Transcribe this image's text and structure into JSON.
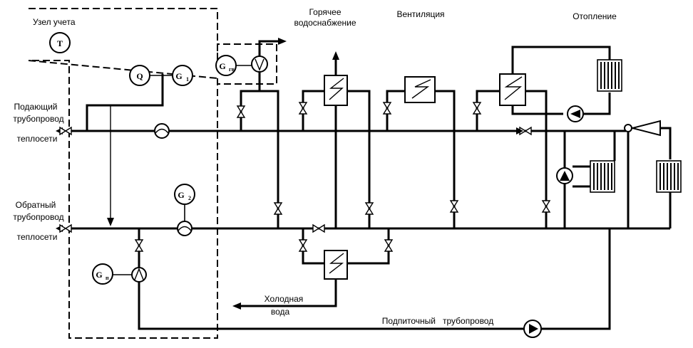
{
  "labels": {
    "metering_unit": "Узел учета",
    "hot_water_1": "Горячее",
    "hot_water_2": "водоснабжение",
    "ventilation": "Вентиляция",
    "heating": "Отопление",
    "supply_1": "Подающий",
    "supply_2": "трубопровод",
    "supply_3": "теплосети",
    "return_1": "Обратный",
    "return_2": "трубопровод",
    "return_3": "теплосети",
    "cold_water_1": "Холодная",
    "cold_water_2": "вода",
    "makeup_pipe": "Подпиточный   трубопровод"
  },
  "symbols": {
    "temperature": "T",
    "heat": "Q",
    "g1_main": "G",
    "g1_sub": "1",
    "g2_main": "G",
    "g2_sub": "2",
    "ggv_main": "G",
    "ggv_sub": "гв",
    "gp_main": "G",
    "gp_sub": "п"
  },
  "icons": {
    "flowmeter": "circle-with-arc",
    "pump": "circle-with-triangle",
    "valve": "bowtie",
    "heat_exchanger": "box-with-zigzag",
    "radiator": "finned-block",
    "elevator": "jet-nozzle"
  }
}
